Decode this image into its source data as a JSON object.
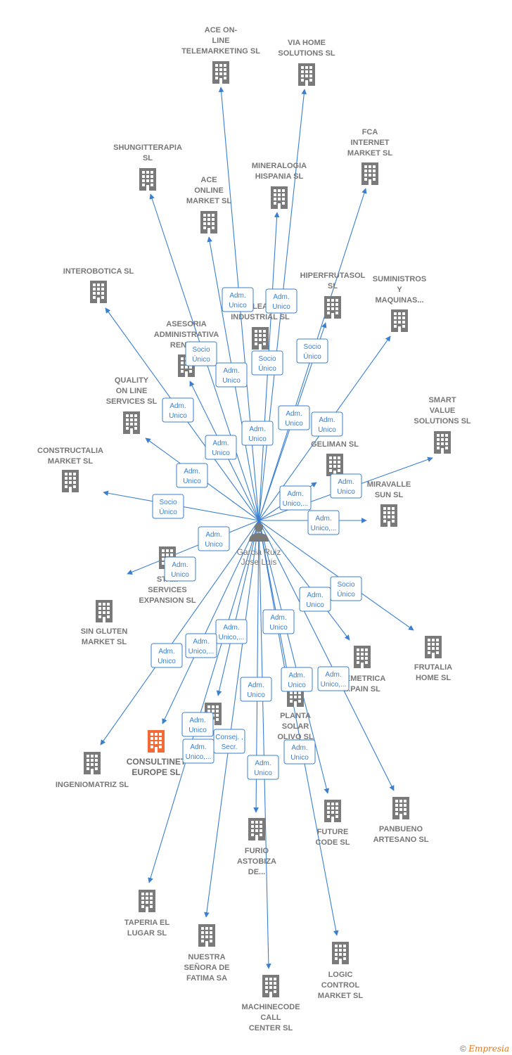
{
  "center": {
    "name_lines": [
      "Garcia Ruiz",
      "Jose Luis"
    ]
  },
  "companies": [
    {
      "id": "ace_tele",
      "lines": [
        "ACE ON-",
        "LINE",
        "TELEMARKETING SL"
      ]
    },
    {
      "id": "via_home",
      "lines": [
        "VIA HOME",
        "SOLUTIONS SL"
      ]
    },
    {
      "id": "shungi",
      "lines": [
        "SHUNGITTERAPIA",
        "SL"
      ]
    },
    {
      "id": "fca",
      "lines": [
        "FCA",
        "INTERNET",
        "MARKET  SL"
      ]
    },
    {
      "id": "mineralogia",
      "lines": [
        "MINERALOGIA",
        "HISPANIA  SL"
      ]
    },
    {
      "id": "ace_market",
      "lines": [
        "ACE",
        "ONLINE",
        "MARKET SL"
      ]
    },
    {
      "id": "interobotica",
      "lines": [
        "INTEROBOTICA SL"
      ]
    },
    {
      "id": "hiperfrutasol",
      "lines": [
        "HIPERFRUTASOL",
        "SL"
      ]
    },
    {
      "id": "suministros",
      "lines": [
        "SUMINISTROS",
        "Y",
        "MAQUINAS..."
      ]
    },
    {
      "id": "lea",
      "lines": [
        "LEA",
        "INDUSTRIAL SL"
      ]
    },
    {
      "id": "asesoria",
      "lines": [
        "ASESORIA",
        "ADMINISTRATIVA",
        "RENTA..."
      ]
    },
    {
      "id": "quality",
      "lines": [
        "QUALITY",
        "ON LINE",
        "SERVICES  SL"
      ]
    },
    {
      "id": "smart",
      "lines": [
        "SMART",
        "VALUE",
        "SOLUTIONS SL"
      ]
    },
    {
      "id": "geliman",
      "lines": [
        "...O",
        "GELIMAN  SL"
      ]
    },
    {
      "id": "constructalia",
      "lines": [
        "CONSTRUCTALIA",
        "MARKET  SL"
      ]
    },
    {
      "id": "miravalle",
      "lines": [
        "MIRAVALLE",
        "SUN  SL"
      ]
    },
    {
      "id": "startup",
      "lines": [
        "STA...",
        "SERVICES",
        "EXPANSION SL"
      ]
    },
    {
      "id": "singluten",
      "lines": [
        "SIN GLUTEN",
        "MARKET  SL"
      ]
    },
    {
      "id": "frutalia",
      "lines": [
        "FRUTALIA",
        "HOME  SL"
      ]
    },
    {
      "id": "geometrica",
      "lines": [
        "...EMETRICA",
        "...PAIN  SL"
      ]
    },
    {
      "id": "planta",
      "lines": [
        "PLANTA",
        "SOLAR",
        "OLIVO SL"
      ]
    },
    {
      "id": "del",
      "lines": [
        "DEL..."
      ]
    },
    {
      "id": "ingeniomatriz",
      "lines": [
        "INGENIOMATRIZ SL"
      ]
    },
    {
      "id": "consultinet",
      "lines": [
        "CONSULTINET",
        "EUROPE  SL"
      ]
    },
    {
      "id": "future",
      "lines": [
        "FUTURE",
        "CODE  SL"
      ]
    },
    {
      "id": "panbueno",
      "lines": [
        "PANBUENO",
        "ARTESANO  SL"
      ]
    },
    {
      "id": "furio",
      "lines": [
        "FURIO",
        "ASTOBIZA",
        "DE..."
      ]
    },
    {
      "id": "taperia",
      "lines": [
        "TAPERIA EL",
        "LUGAR SL"
      ]
    },
    {
      "id": "nuestra",
      "lines": [
        "NUESTRA",
        "SEÑORA DE",
        "FATIMA SA"
      ]
    },
    {
      "id": "logic",
      "lines": [
        "LOGIC",
        "CONTROL",
        "MARKET  SL"
      ]
    },
    {
      "id": "machinecode",
      "lines": [
        "MACHINECODE",
        "CALL",
        "CENTER  SL"
      ]
    }
  ],
  "relations": [
    {
      "lines": [
        "Adm.",
        "Unico"
      ]
    },
    {
      "lines": [
        "Adm.",
        "Unico"
      ]
    },
    {
      "lines": [
        "Socio",
        "Único"
      ]
    },
    {
      "lines": [
        "Socio",
        "Único"
      ]
    },
    {
      "lines": [
        "Adm.",
        "Unico"
      ]
    },
    {
      "lines": [
        "Socio",
        "Único"
      ]
    },
    {
      "lines": [
        "Adm.",
        "Unico"
      ]
    },
    {
      "lines": [
        "Adm.",
        "Unico"
      ]
    },
    {
      "lines": [
        "Adm.",
        "Unico"
      ]
    },
    {
      "lines": [
        "Adm.",
        "Unico"
      ]
    },
    {
      "lines": [
        "Adm.",
        "Unico"
      ]
    },
    {
      "lines": [
        "Adm.",
        "Unico"
      ]
    },
    {
      "lines": [
        "Adm.",
        "Unico"
      ]
    },
    {
      "lines": [
        "Socio",
        "Único"
      ]
    },
    {
      "lines": [
        "Adm.",
        "Unico,..."
      ]
    },
    {
      "lines": [
        "Adm.",
        "Unico"
      ]
    },
    {
      "lines": [
        "Adm.",
        "Unico,..."
      ]
    },
    {
      "lines": [
        "Adm.",
        "Unico"
      ]
    },
    {
      "lines": [
        "Socio",
        "Único"
      ]
    },
    {
      "lines": [
        "Adm.",
        "Unico"
      ]
    },
    {
      "lines": [
        "Adm.",
        "Unico,..."
      ]
    },
    {
      "lines": [
        "Adm.",
        "Unico"
      ]
    },
    {
      "lines": [
        "Adm.",
        "Unico,..."
      ]
    },
    {
      "lines": [
        "Adm.",
        "Unico"
      ]
    },
    {
      "lines": [
        "Adm.",
        "Unico"
      ]
    },
    {
      "lines": [
        "Adm.",
        "Unico"
      ]
    },
    {
      "lines": [
        "Adm.",
        "Unico,..."
      ]
    },
    {
      "lines": [
        "Adm.",
        "Unico"
      ]
    },
    {
      "lines": [
        "Adm.",
        "Unico"
      ]
    },
    {
      "lines": [
        "Consej. ,",
        "Secr."
      ]
    },
    {
      "lines": [
        "Adm.",
        "Unico"
      ]
    },
    {
      "lines": [
        "Adm.",
        "Unico,..."
      ]
    }
  ],
  "colors": {
    "edge": "#3a7fd0",
    "building": "#7a7a7a",
    "highlight": "#f26a36",
    "person": "#7a7a7a",
    "label": "#777777"
  },
  "footer": {
    "copyright": "©",
    "brand": "Empresia"
  }
}
